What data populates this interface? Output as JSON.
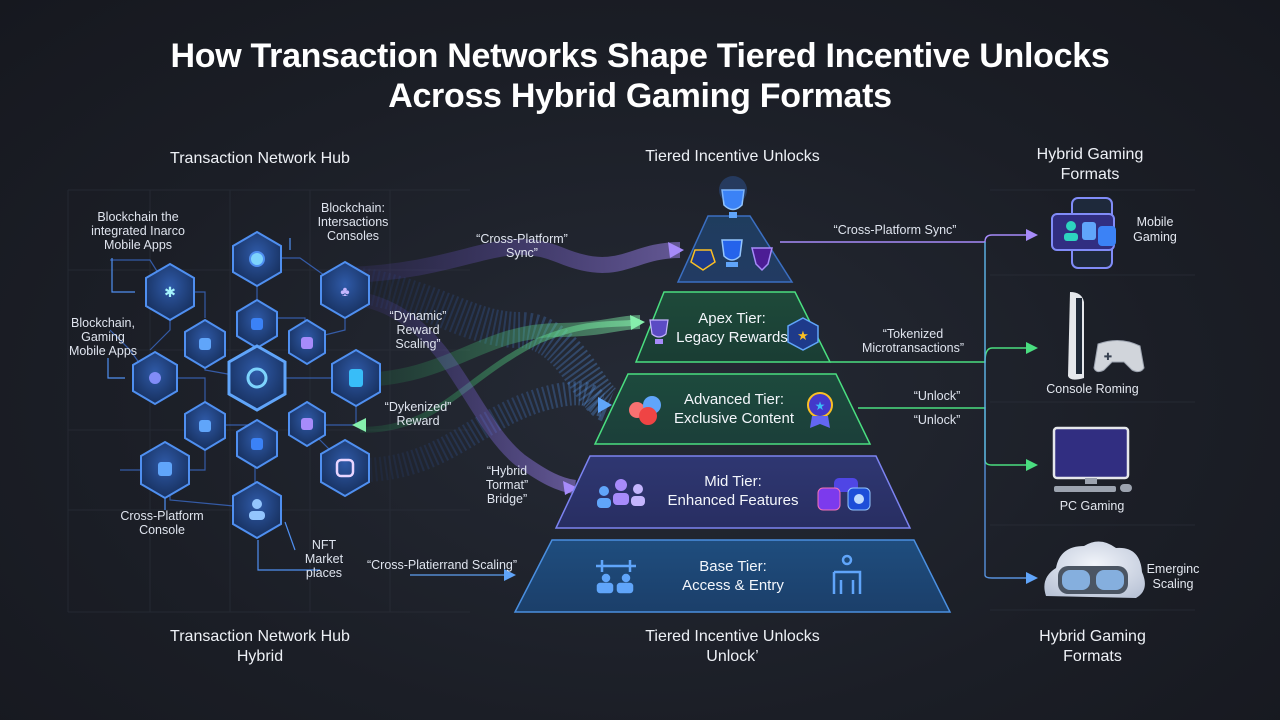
{
  "title_line1": "How Transaction Networks Shape Tiered Incentive Unlocks",
  "title_line2": "Across Hybrid Gaming Formats",
  "headers": {
    "hub_top": "Transaction Network Hub",
    "tiers_top": "Tiered Incentive Unlocks",
    "formats_top_1": "Hybrid Gaming",
    "formats_top_2": "Formats",
    "hub_bottom_1": "Transaction Network Hub",
    "hub_bottom_2": "Hybrid",
    "tiers_bottom_1": "Tiered Incentive Unlocks",
    "tiers_bottom_2": "Unlock’",
    "formats_bottom_1": "Hybrid Gaming",
    "formats_bottom_2": "Formats"
  },
  "hub_labels": {
    "top_left_1": "Blockchain the",
    "top_left_2": "integrated Inarco",
    "top_left_3": "Mobile Apps",
    "top_mid_1": "Blockchain:",
    "top_mid_2": "Intersactions",
    "top_mid_3": "Consoles",
    "mid_left_1": "Blockchain,",
    "mid_left_2": "Gaming",
    "mid_left_3": "Mobile Apps",
    "bottom_left_1": "Cross-Platform",
    "bottom_left_2": "Console",
    "nft_1": "NFT",
    "nft_2": "Market",
    "nft_3": "places"
  },
  "flow_labels": {
    "cross_sync_1": "“Cross-Platform”",
    "cross_sync_2": "Sync”",
    "dynamic_1": "“Dynamic”",
    "dynamic_2": "Reward",
    "dynamic_3": "Scaling”",
    "dykenized_1": "“Dykenized”",
    "dykenized_2": "Reward",
    "hybrid_1": "“Hybrid",
    "hybrid_2": "Tormat”",
    "hybrid_3": "Bridge”",
    "cross_scaling": "“Cross-Platierrand Scaling”",
    "right_sync": "“Cross-Platform Sync”",
    "tokenized_1": "“Tokenized",
    "tokenized_2": "Microtransactions”",
    "unlock_1": "“Unlock”",
    "unlock_2": "“Unlock”"
  },
  "tiers": {
    "apex_1": "Apex Tier:",
    "apex_2": "Legacy Rewards",
    "advanced_1": "Advanced Tier:",
    "advanced_2": "Exclusive Content",
    "mid_1": "Mid Tier:",
    "mid_2": "Enhanced Features",
    "base_1": "Base Tier:",
    "base_2": "Access & Entry"
  },
  "formats": {
    "mobile_1": "Mobile",
    "mobile_2": "Gaming",
    "console": "Console Roming",
    "pc": "PC Gaming",
    "emerging_1": "Emerginc",
    "emerging_2": "Scaling"
  },
  "colors": {
    "background": "#1b1e26",
    "hex_fill": "#1e3a6e",
    "hex_glow": "#3f8cff",
    "purple_flow": "#8b5cf6",
    "blue_flow": "#3b82f6",
    "green_flow": "#4ade80",
    "tier_apex": "#1d4a3a",
    "tier_advanced": "#1c4a3c",
    "tier_mid": "#2e3470",
    "tier_base": "#1f4a7a"
  },
  "icons": [
    "trophy-icon",
    "star-badge-icon",
    "users-icon",
    "game-pad-icon",
    "phone-icon",
    "console-icon",
    "monitor-icon",
    "vr-headset-icon"
  ]
}
